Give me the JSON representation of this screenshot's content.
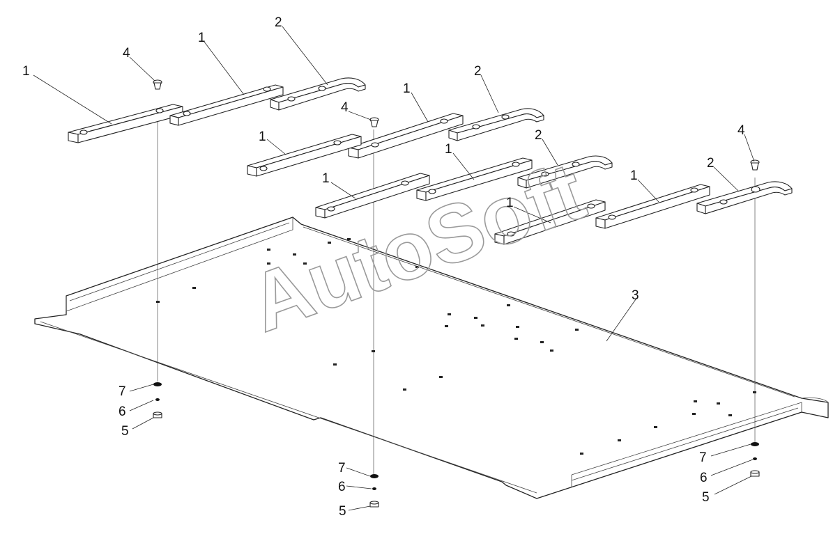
{
  "diagram": {
    "watermark": "AutoSoft",
    "callouts": {
      "strip": "1",
      "bent_strip": "2",
      "floor_plate": "3",
      "bolt": "4",
      "nut": "5",
      "lock_washer": "6",
      "flat_washer": "7"
    }
  }
}
